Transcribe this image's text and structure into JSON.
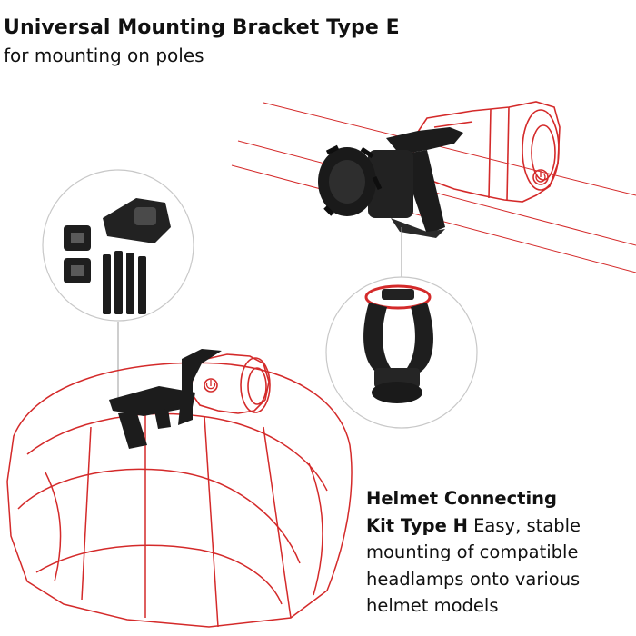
{
  "bracket": {
    "title": "Universal Mounting Bracket Type E",
    "subtitle": "for mounting on poles"
  },
  "helmet_kit": {
    "title_line1": "Helmet Connecting",
    "title_line2": "Kit Type H",
    "description_line1": "Easy, stable",
    "description_line2": "mounting of compatible",
    "description_line3": "headlamps onto various",
    "description_line4": "helmet models"
  },
  "colors": {
    "outline_red": "#d42a2a",
    "hardware_black": "#1c1c1c",
    "circle_gray": "#c8c8c8"
  },
  "icons": [
    "power-icon",
    "power-icon"
  ]
}
